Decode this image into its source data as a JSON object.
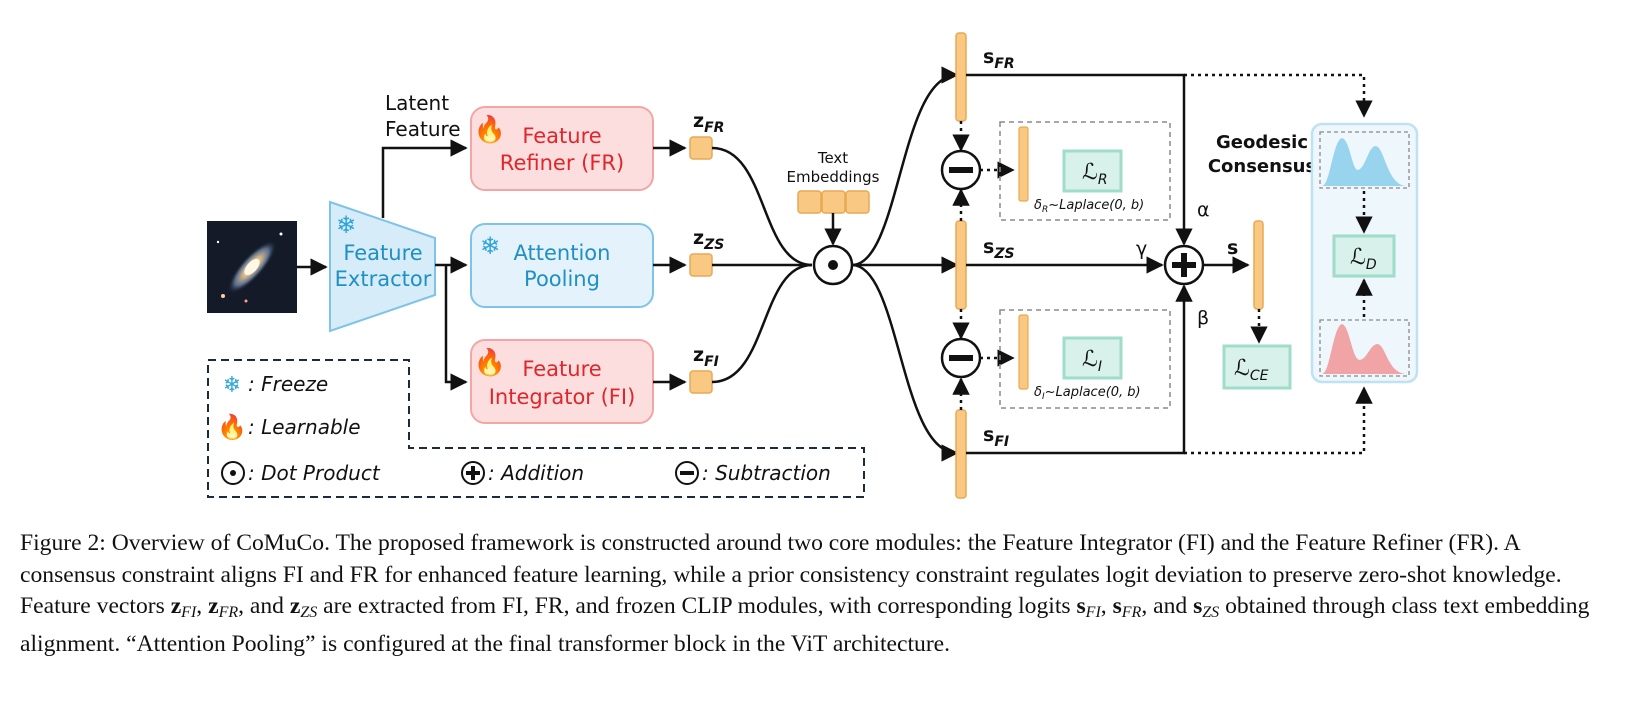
{
  "figure": {
    "latent_feature": [
      "Latent",
      "Feature"
    ],
    "feature_extractor": [
      "Feature",
      "Extractor"
    ],
    "feature_refiner": [
      "Feature",
      "Refiner (FR)"
    ],
    "attention_pooling": [
      "Attention",
      "Pooling"
    ],
    "feature_integrator": [
      "Feature",
      "Integrator (FI)"
    ],
    "text_embeddings": [
      "Text",
      "Embeddings"
    ],
    "geodesic_consensus": [
      "Geodesic",
      "Consensus"
    ],
    "z_fr": {
      "base": "z",
      "sub": "FR"
    },
    "z_zs": {
      "base": "z",
      "sub": "ZS"
    },
    "z_fi": {
      "base": "z",
      "sub": "FI"
    },
    "s_fr": {
      "base": "s",
      "sub": "FR"
    },
    "s_zs": {
      "base": "s",
      "sub": "ZS"
    },
    "s_fi": {
      "base": "s",
      "sub": "FI"
    },
    "s": "s",
    "alpha": "α",
    "beta": "β",
    "gamma": "γ",
    "loss_r": {
      "base": "ℒ",
      "sub": "R"
    },
    "loss_i": {
      "base": "ℒ",
      "sub": "I"
    },
    "loss_ce": {
      "base": "ℒ",
      "sub": "CE"
    },
    "loss_d": {
      "base": "ℒ",
      "sub": "D"
    },
    "delta_r": {
      "base": "δ",
      "sub": "R",
      "rest": "~Laplace(0, b)"
    },
    "delta_i": {
      "base": "δ",
      "sub": "I",
      "rest": "~Laplace(0, b)"
    },
    "legend": {
      "freeze": ": Freeze",
      "learnable": ": Learnable",
      "dot_product": ": Dot Product",
      "addition": ": Addition",
      "subtraction": ": Subtraction"
    },
    "colors": {
      "learnable_red": "#e0252b",
      "frozen_blue": "#1f8fc4",
      "logit_orange": "#f9c983",
      "loss_green": "#9fdcc9",
      "dist_blue": "#8ecfec",
      "dist_red": "#f19a9c"
    }
  },
  "caption": {
    "p1": "Figure 2: Overview of CoMuCo. The proposed framework is constructed around two core modules: the Feature Integrator (FI) and the Feature Refiner (FR). A consensus constraint aligns FI and FR for enhanced feature learning, while a prior consistency constraint regulates logit deviation to preserve zero-shot knowledge. Feature vectors ",
    "z": "z",
    "sub_fi": "FI",
    "sub_fr": "FR",
    "sub_zs": "ZS",
    "p2": ", ",
    "p3": ", and ",
    "p4": " are extracted from FI, FR, and frozen CLIP modules, with corresponding logits ",
    "s": "s",
    "p5": " obtained through class text embedding alignment. “Attention Pooling” is configured at the final transformer block in the ViT architecture."
  }
}
